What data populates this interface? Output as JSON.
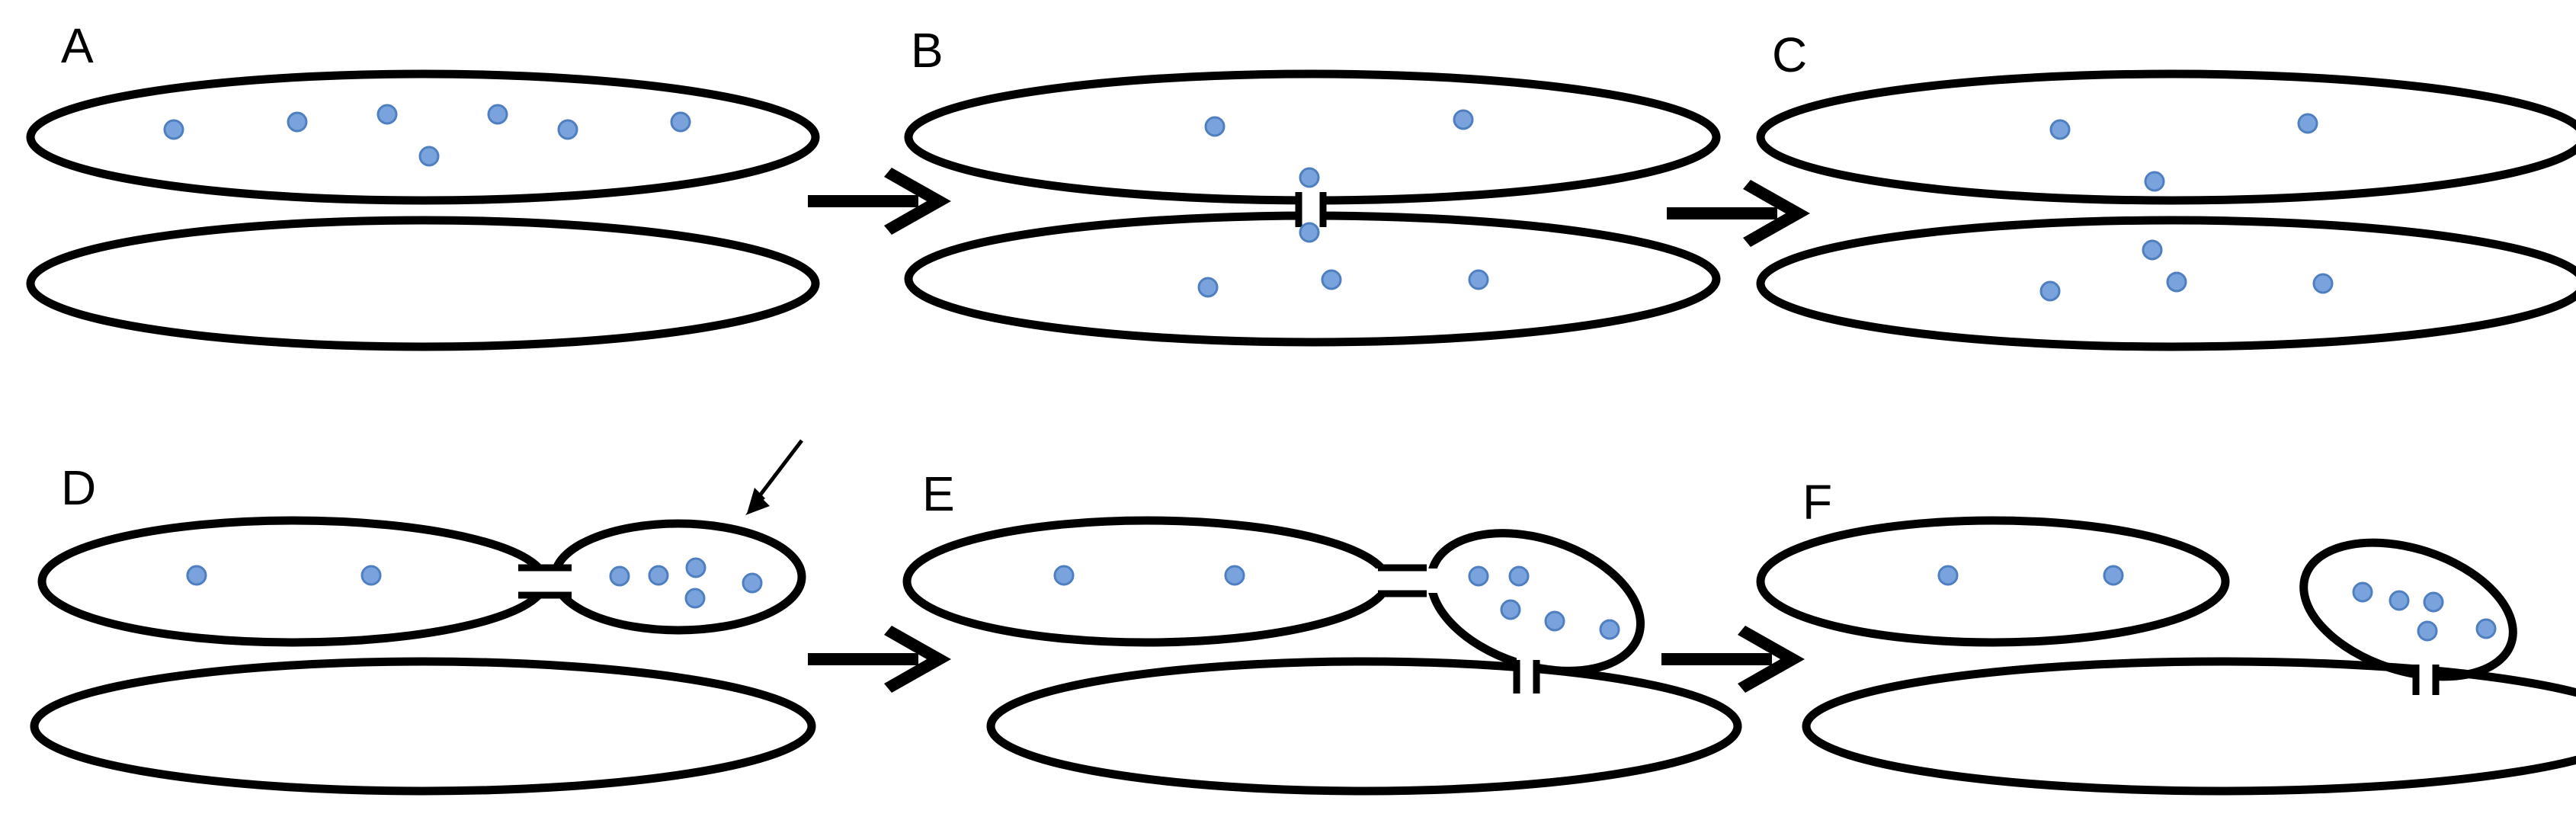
{
  "panels": [
    {
      "id": "a",
      "label": "A"
    },
    {
      "id": "b",
      "label": "B"
    },
    {
      "id": "c",
      "label": "C"
    },
    {
      "id": "d",
      "label": "D"
    },
    {
      "id": "e",
      "label": "E"
    },
    {
      "id": "f",
      "label": "F"
    }
  ],
  "colors": {
    "stroke": "#000000",
    "background": "#ffffff",
    "particle_fill": "#7aa3dd",
    "particle_stroke": "#4f7fc0"
  },
  "icons": {
    "step_arrow": "right-arrow-icon",
    "pointer_arrow": "down-left-arrow-icon"
  }
}
